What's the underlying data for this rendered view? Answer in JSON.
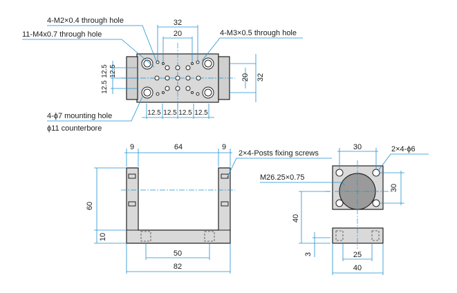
{
  "top_view": {
    "label_m2": "4-M2×0.4 through hole",
    "label_m4": "11-M4x0.7 through hole",
    "label_m3": "4-M3×0.5 through hole",
    "label_mount1": "4-ϕ7 mounting hole",
    "label_mount2": "ϕ11 counterbore",
    "dim_32_top": "32",
    "dim_20_top": "20",
    "dim_20_right": "20",
    "dim_32_right": "32",
    "dim_125_left_a": "12.5",
    "dim_125_left_b": "12.5",
    "dim_125_left_c": "12.5",
    "dim_125_bottom_a": "12.5",
    "dim_125_bottom_b": "12.5",
    "dim_125_bottom_c": "12.5",
    "dim_125_bottom_d": "12.5"
  },
  "front_view": {
    "dim_9_left": "9",
    "dim_64": "64",
    "dim_9_right": "9",
    "label_posts": "2×4-Posts fixing screws",
    "dim_60": "60",
    "dim_10": "10",
    "dim_50": "50",
    "dim_82": "82"
  },
  "side_view": {
    "dim_30_top": "30",
    "label_holes": "2×4-ϕ6",
    "label_thread": "M26.25×0.75",
    "dim_30_right": "30",
    "dim_40_left": "40",
    "dim_3": "3",
    "dim_25": "25",
    "dim_40_bottom": "40"
  }
}
